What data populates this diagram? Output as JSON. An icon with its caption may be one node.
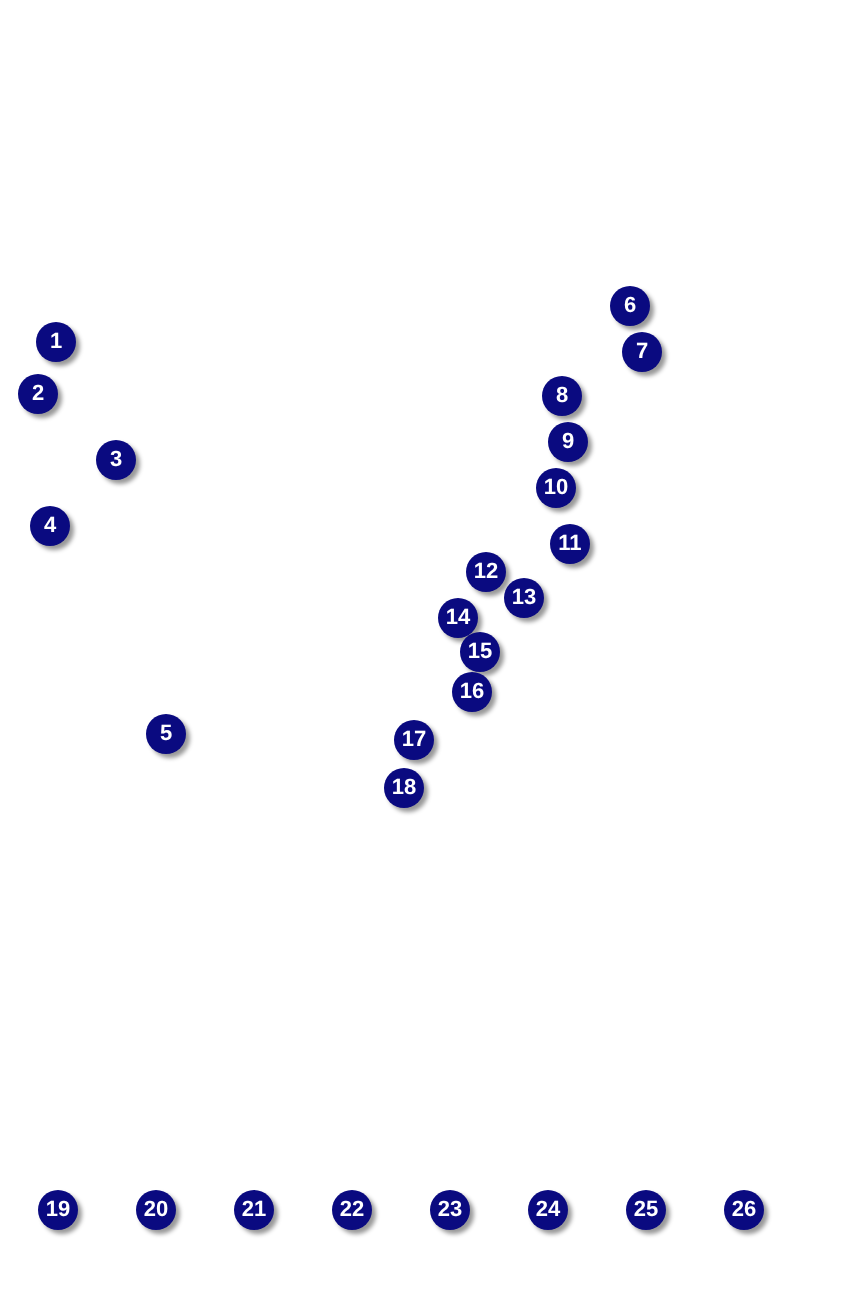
{
  "diagram": {
    "labels": [
      "1",
      "2",
      "3",
      "4",
      "5",
      "6",
      "7",
      "8",
      "9",
      "10",
      "11",
      "12",
      "13",
      "14",
      "15",
      "16",
      "17",
      "18",
      "19",
      "20",
      "21",
      "22",
      "23",
      "24",
      "25",
      "26"
    ]
  }
}
